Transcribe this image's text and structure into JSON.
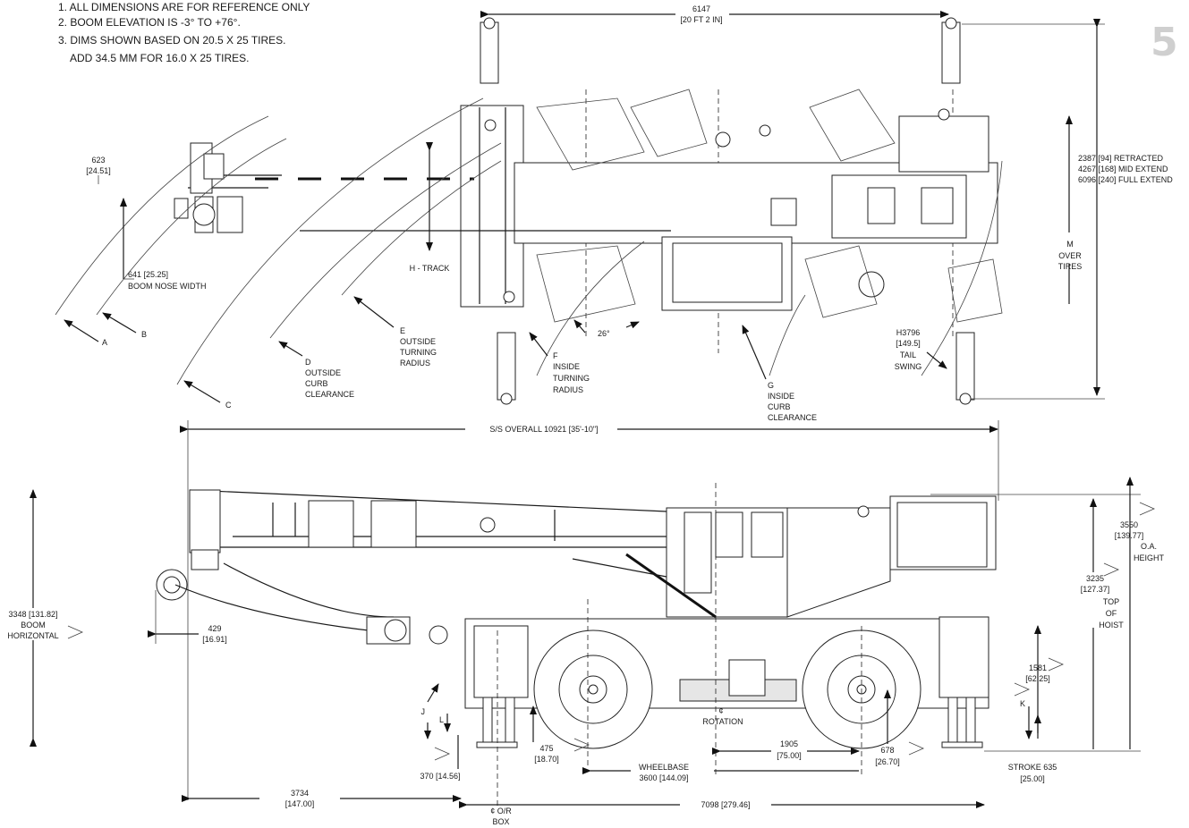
{
  "notes": [
    "1. ALL DIMENSIONS ARE FOR REFERENCE ONLY",
    "2. BOOM ELEVATION IS -3° TO +76°.",
    "3. DIMS SHOWN BASED ON 20.5 X 25 TIRES.",
    "ADD 34.5 MM FOR 16.0 X 25 TIRES."
  ],
  "page_number": "5",
  "top_view": {
    "track_width": [
      "6147",
      "[20 FT 2 IN]"
    ],
    "boom_nose_height": [
      "623",
      "[24.51]"
    ],
    "boom_nose_width": [
      "641 [25.25]",
      "BOOM NOSE WIDTH"
    ],
    "extend": [
      "2387 [94] RETRACTED",
      "4267 [168] MID EXTEND",
      "6096 [240] FULL EXTEND"
    ],
    "over_tires": [
      "M",
      "OVER",
      "TIRES"
    ],
    "h_track": "H - TRACK",
    "angle": "26°",
    "tail_swing": [
      "H3796",
      "[149.5]",
      "TAIL",
      "SWING"
    ],
    "letters": {
      "a": "A",
      "b": "B",
      "c": "C"
    },
    "radius_d": [
      "D",
      "OUTSIDE",
      "CURB",
      "CLEARANCE"
    ],
    "radius_e": [
      "E",
      "OUTSIDE",
      "TURNING",
      "RADIUS"
    ],
    "radius_f": [
      "F",
      "INSIDE",
      "TURNING",
      "RADIUS"
    ],
    "radius_g": [
      "G",
      "INSIDE",
      "CURB",
      "CLEARANCE"
    ]
  },
  "overall": "S/S OVERALL 10921 [35'-10\"]",
  "side_view": {
    "boom_horizontal": [
      "3348 [131.82]",
      "BOOM",
      "HORIZONTAL"
    ],
    "nose_offset": [
      "429",
      "[16.91]"
    ],
    "oa_height": [
      "3550",
      "[139.77]",
      "O.A.",
      "HEIGHT"
    ],
    "top_of_hoist": [
      "3235",
      "[127.37]",
      "TOP",
      "OF",
      "HOIST"
    ],
    "outrigger_height": [
      "1581",
      "[62.25]"
    ],
    "k_label": "K",
    "stroke": [
      "STROKE 635",
      "[25.00]"
    ],
    "j_label": "J",
    "l_label": "L",
    "ground_clearance": [
      "475",
      "[18.70]"
    ],
    "pad_height": "370 [14.56]",
    "rotation": [
      "¢",
      "ROTATION"
    ],
    "rotation_to_axle": [
      "1905",
      "[75.00]"
    ],
    "axle_height": [
      "678",
      "[26.70]"
    ],
    "wheelbase": [
      "WHEELBASE",
      "3600 [144.09]"
    ],
    "front_length": [
      "3734",
      "[147.00]"
    ],
    "rear_length": "7098 [279.46]",
    "outrigger_box": [
      "¢ O/R",
      "BOX"
    ]
  }
}
